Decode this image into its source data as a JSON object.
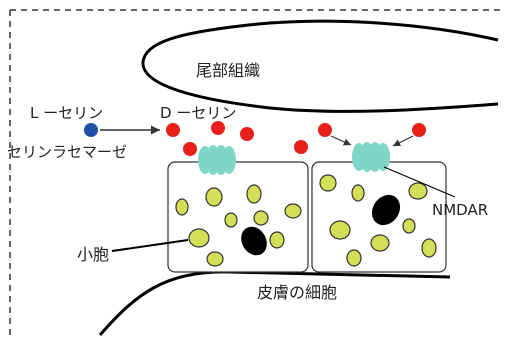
{
  "labels": {
    "tail_tissue": "尾部組織",
    "l_serine": "L ーセリン",
    "d_serine": "D ーセリン",
    "serine_racemase": "セリンラセマーゼ",
    "nmdar": "NMDAR",
    "vesicle": "小胞",
    "skin_cells": "皮膚の細胞"
  },
  "colors": {
    "l_serine_dot": "#1f4fa8",
    "d_serine_dot": "#e8201c",
    "nmdar_receptor": "#7fd6c8",
    "vesicle_fill": "#d3df56",
    "nucleus": "#000000",
    "outline": "#000000"
  }
}
